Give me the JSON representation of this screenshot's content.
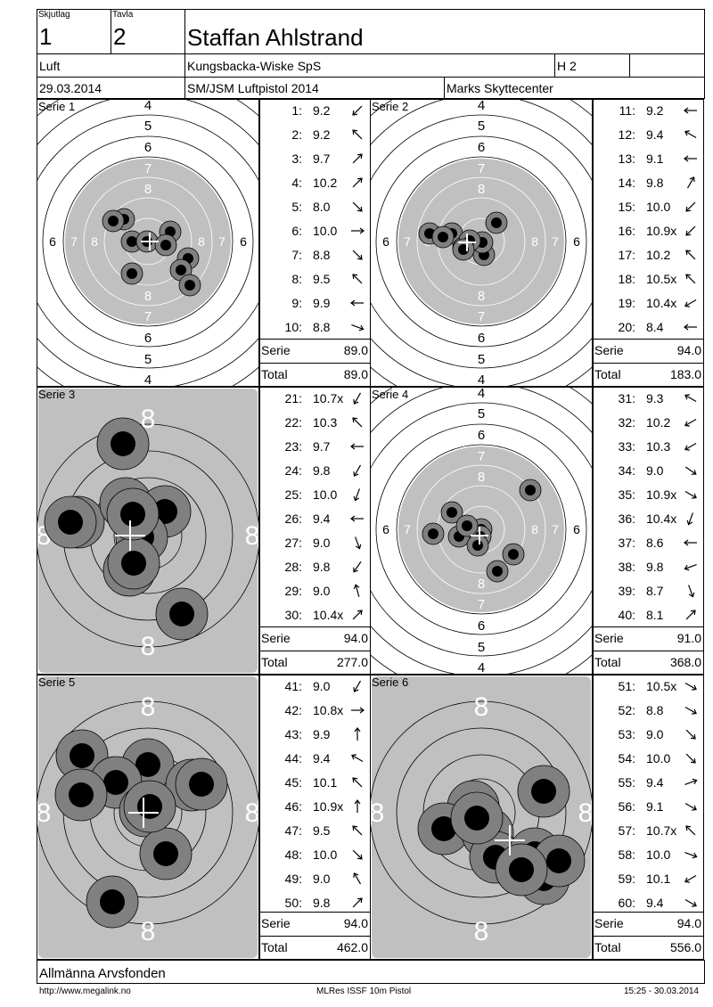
{
  "header": {
    "skjutlag_label": "Skjutlag",
    "skjutlag": "1",
    "tavla_label": "Tavla",
    "tavla": "2",
    "name": "Staffan Ahlstrand",
    "class": "Luft",
    "club": "Kungsbacka-Wiske SpS",
    "group": "H 2",
    "date": "29.03.2014",
    "event": "SM/JSM Luftpistol 2014",
    "venue": "Marks Skyttecenter"
  },
  "series": [
    {
      "label": "Serie 1",
      "serie_label": "Serie",
      "serie_total": "89.0",
      "total_label": "Total",
      "total": "89.0",
      "shots": [
        {
          "n": "1:",
          "v": "9.2",
          "dir": 225
        },
        {
          "n": "2:",
          "v": "9.2",
          "dir": 315
        },
        {
          "n": "3:",
          "v": "9.7",
          "dir": 45
        },
        {
          "n": "4:",
          "v": "10.2",
          "dir": 45
        },
        {
          "n": "5:",
          "v": "8.0",
          "dir": 135
        },
        {
          "n": "6:",
          "v": "10.0",
          "dir": 90
        },
        {
          "n": "7:",
          "v": "8.8",
          "dir": 135
        },
        {
          "n": "8:",
          "v": "9.5",
          "dir": 315
        },
        {
          "n": "9:",
          "v": "9.9",
          "dir": 270
        },
        {
          "n": "10:",
          "v": "8.8",
          "dir": 110
        }
      ]
    },
    {
      "label": "Serie 2",
      "serie_label": "Serie",
      "serie_total": "94.0",
      "total_label": "Total",
      "total": "183.0",
      "shots": [
        {
          "n": "11:",
          "v": "9.2",
          "dir": 270
        },
        {
          "n": "12:",
          "v": "9.4",
          "dir": 300
        },
        {
          "n": "13:",
          "v": "9.1",
          "dir": 270
        },
        {
          "n": "14:",
          "v": "9.8",
          "dir": 30
        },
        {
          "n": "15:",
          "v": "10.0",
          "dir": 225
        },
        {
          "n": "16:",
          "v": "10.9x",
          "dir": 225
        },
        {
          "n": "17:",
          "v": "10.2",
          "dir": 315
        },
        {
          "n": "18:",
          "v": "10.5x",
          "dir": 315
        },
        {
          "n": "19:",
          "v": "10.4x",
          "dir": 240
        },
        {
          "n": "20:",
          "v": "8.4",
          "dir": 270
        }
      ]
    },
    {
      "label": "Serie 3",
      "serie_label": "Serie",
      "serie_total": "94.0",
      "total_label": "Total",
      "total": "277.0",
      "shots": [
        {
          "n": "21:",
          "v": "10.7x",
          "dir": 210
        },
        {
          "n": "22:",
          "v": "10.3",
          "dir": 315
        },
        {
          "n": "23:",
          "v": "9.7",
          "dir": 270
        },
        {
          "n": "24:",
          "v": "9.8",
          "dir": 210
        },
        {
          "n": "25:",
          "v": "10.0",
          "dir": 200
        },
        {
          "n": "26:",
          "v": "9.4",
          "dir": 270
        },
        {
          "n": "27:",
          "v": "9.0",
          "dir": 160
        },
        {
          "n": "28:",
          "v": "9.8",
          "dir": 215
        },
        {
          "n": "29:",
          "v": "9.0",
          "dir": 345
        },
        {
          "n": "30:",
          "v": "10.4x",
          "dir": 45
        }
      ]
    },
    {
      "label": "Serie 4",
      "serie_label": "Serie",
      "serie_total": "91.0",
      "total_label": "Total",
      "total": "368.0",
      "shots": [
        {
          "n": "31:",
          "v": "9.3",
          "dir": 300
        },
        {
          "n": "32:",
          "v": "10.2",
          "dir": 240
        },
        {
          "n": "33:",
          "v": "10.3",
          "dir": 240
        },
        {
          "n": "34:",
          "v": "9.0",
          "dir": 125
        },
        {
          "n": "35:",
          "v": "10.9x",
          "dir": 120
        },
        {
          "n": "36:",
          "v": "10.4x",
          "dir": 200
        },
        {
          "n": "37:",
          "v": "8.6",
          "dir": 270
        },
        {
          "n": "38:",
          "v": "9.8",
          "dir": 250
        },
        {
          "n": "39:",
          "v": "8.7",
          "dir": 160
        },
        {
          "n": "40:",
          "v": "8.1",
          "dir": 45
        }
      ]
    },
    {
      "label": "Serie 5",
      "serie_label": "Serie",
      "serie_total": "94.0",
      "total_label": "Total",
      "total": "462.0",
      "shots": [
        {
          "n": "41:",
          "v": "9.0",
          "dir": 210
        },
        {
          "n": "42:",
          "v": "10.8x",
          "dir": 90
        },
        {
          "n": "43:",
          "v": "9.9",
          "dir": 0
        },
        {
          "n": "44:",
          "v": "9.4",
          "dir": 300
        },
        {
          "n": "45:",
          "v": "10.1",
          "dir": 315
        },
        {
          "n": "46:",
          "v": "10.9x",
          "dir": 0
        },
        {
          "n": "47:",
          "v": "9.5",
          "dir": 315
        },
        {
          "n": "48:",
          "v": "10.0",
          "dir": 135
        },
        {
          "n": "49:",
          "v": "9.0",
          "dir": 330
        },
        {
          "n": "50:",
          "v": "9.8",
          "dir": 45
        }
      ]
    },
    {
      "label": "Serie 6",
      "serie_label": "Serie",
      "serie_total": "94.0",
      "total_label": "Total",
      "total": "556.0",
      "shots": [
        {
          "n": "51:",
          "v": "10.5x",
          "dir": 120
        },
        {
          "n": "52:",
          "v": "8.8",
          "dir": 120
        },
        {
          "n": "53:",
          "v": "9.0",
          "dir": 135
        },
        {
          "n": "54:",
          "v": "10.0",
          "dir": 135
        },
        {
          "n": "55:",
          "v": "9.4",
          "dir": 70
        },
        {
          "n": "56:",
          "v": "9.1",
          "dir": 120
        },
        {
          "n": "57:",
          "v": "10.7x",
          "dir": 315
        },
        {
          "n": "58:",
          "v": "10.0",
          "dir": 110
        },
        {
          "n": "59:",
          "v": "10.1",
          "dir": 240
        },
        {
          "n": "60:",
          "v": "9.4",
          "dir": 120
        }
      ]
    }
  ],
  "targets": {
    "full_ring_labels": [
      "4",
      "5",
      "6",
      "7",
      "8"
    ],
    "side_ring_labels": [
      "5",
      "6",
      "7",
      "8"
    ],
    "zoom_ring_label": "8",
    "colors": {
      "gray_zone": "#c0c0c0",
      "shot_outer": "#808080",
      "shot_inner": "#000000"
    }
  },
  "footer": {
    "sponsor": "Allmänna Arvsfonden",
    "url": "http://www.megalink.no",
    "program": "MLRes ISSF 10m Pistol",
    "timestamp": "15:25 - 30.03.2014"
  }
}
